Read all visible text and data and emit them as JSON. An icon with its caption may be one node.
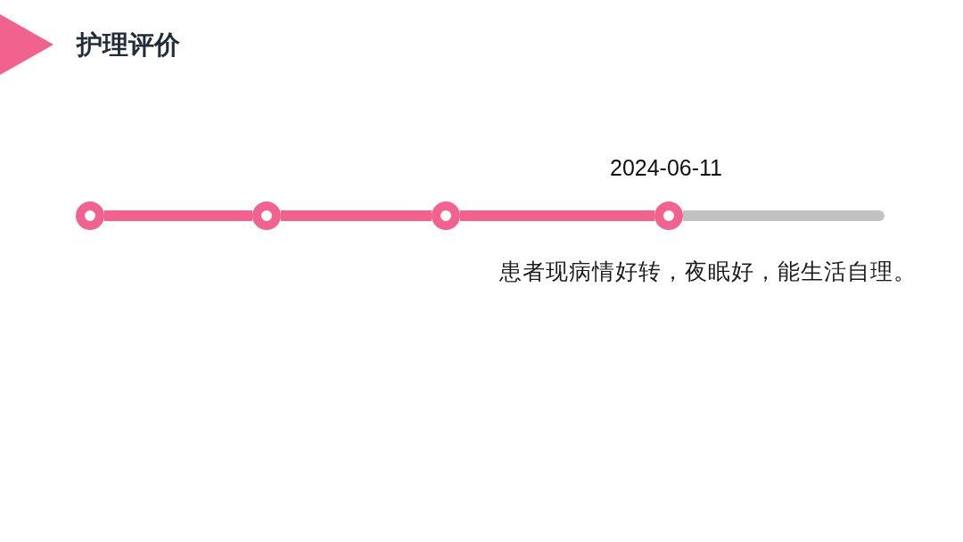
{
  "diagram": {
    "title": "护理评价",
    "nodes": [
      {
        "text": [],
        "shape": "circle"
      },
      {
        "text": [],
        "shape": "circle"
      },
      {
        "text": [],
        "shape": "circle"
      },
      {
        "text": [],
        "shape": "circle",
        "beside": [
          "2024-06-11",
          "患者现病情好转，夜眠好，能生活自理。"
        ]
      }
    ],
    "edges": [
      {
        "from": 0,
        "to": 1,
        "arrow": "none"
      },
      {
        "from": 1,
        "to": 2,
        "arrow": "none"
      },
      {
        "from": 2,
        "to": 3,
        "arrow": "none"
      },
      {
        "from": 3,
        "to": null,
        "arrow": "none",
        "color": "#c2c2c2"
      }
    ]
  }
}
